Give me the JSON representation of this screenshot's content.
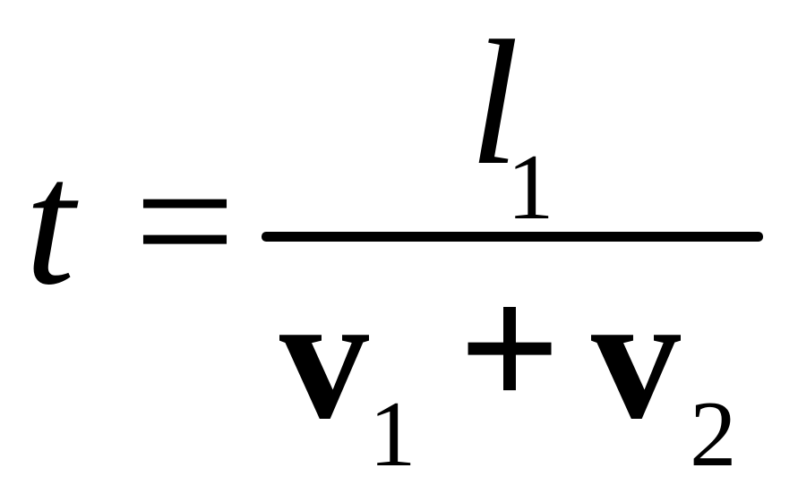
{
  "formula": {
    "lhs_variable": "t",
    "equals_sign": "=",
    "numerator": {
      "variable": "l",
      "subscript": "1"
    },
    "denominator": {
      "term1": {
        "variable": "v",
        "subscript": "1"
      },
      "operator": "+",
      "term2": {
        "variable": "v",
        "subscript": "2"
      }
    }
  },
  "colors": {
    "text": "#000000",
    "background": "#ffffff"
  }
}
